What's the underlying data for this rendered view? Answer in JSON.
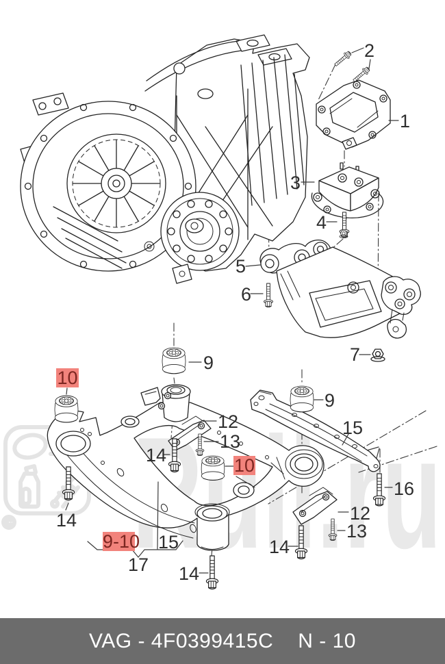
{
  "callouts": [
    {
      "text": "2"
    },
    {
      "text": "1"
    },
    {
      "text": "3"
    },
    {
      "text": "4"
    },
    {
      "text": "5"
    },
    {
      "text": "6"
    },
    {
      "text": "7"
    },
    {
      "text": "9"
    },
    {
      "text": "10"
    },
    {
      "text": "12"
    },
    {
      "text": "13"
    },
    {
      "text": "14"
    },
    {
      "text": "9"
    },
    {
      "text": "10"
    },
    {
      "text": "15"
    },
    {
      "text": "16"
    },
    {
      "text": "12"
    },
    {
      "text": "13"
    },
    {
      "text": "14"
    },
    {
      "text": "14"
    },
    {
      "text": "14"
    },
    {
      "text": "9-10"
    },
    {
      "text": "15"
    },
    {
      "text": "17"
    }
  ],
  "watermark": {
    "text": "Ruli.ru",
    "icons": [
      "parts-logo-frame-icon",
      "fender-icon",
      "vent-bars-icon",
      "oil-can-icon",
      "shock-absorber-icon",
      "copyright-icon"
    ]
  },
  "footer": {
    "catalog_code": "VAG - 4F0399415C",
    "page_code": "N - 10"
  },
  "colors": {
    "highlight_box": "#f2837c",
    "highlight_text": "#7c2621",
    "line_art": "#232323",
    "watermark": "#e4e4e4",
    "footer_bg": "#6c6c6c",
    "footer_text": "#ffffff"
  }
}
